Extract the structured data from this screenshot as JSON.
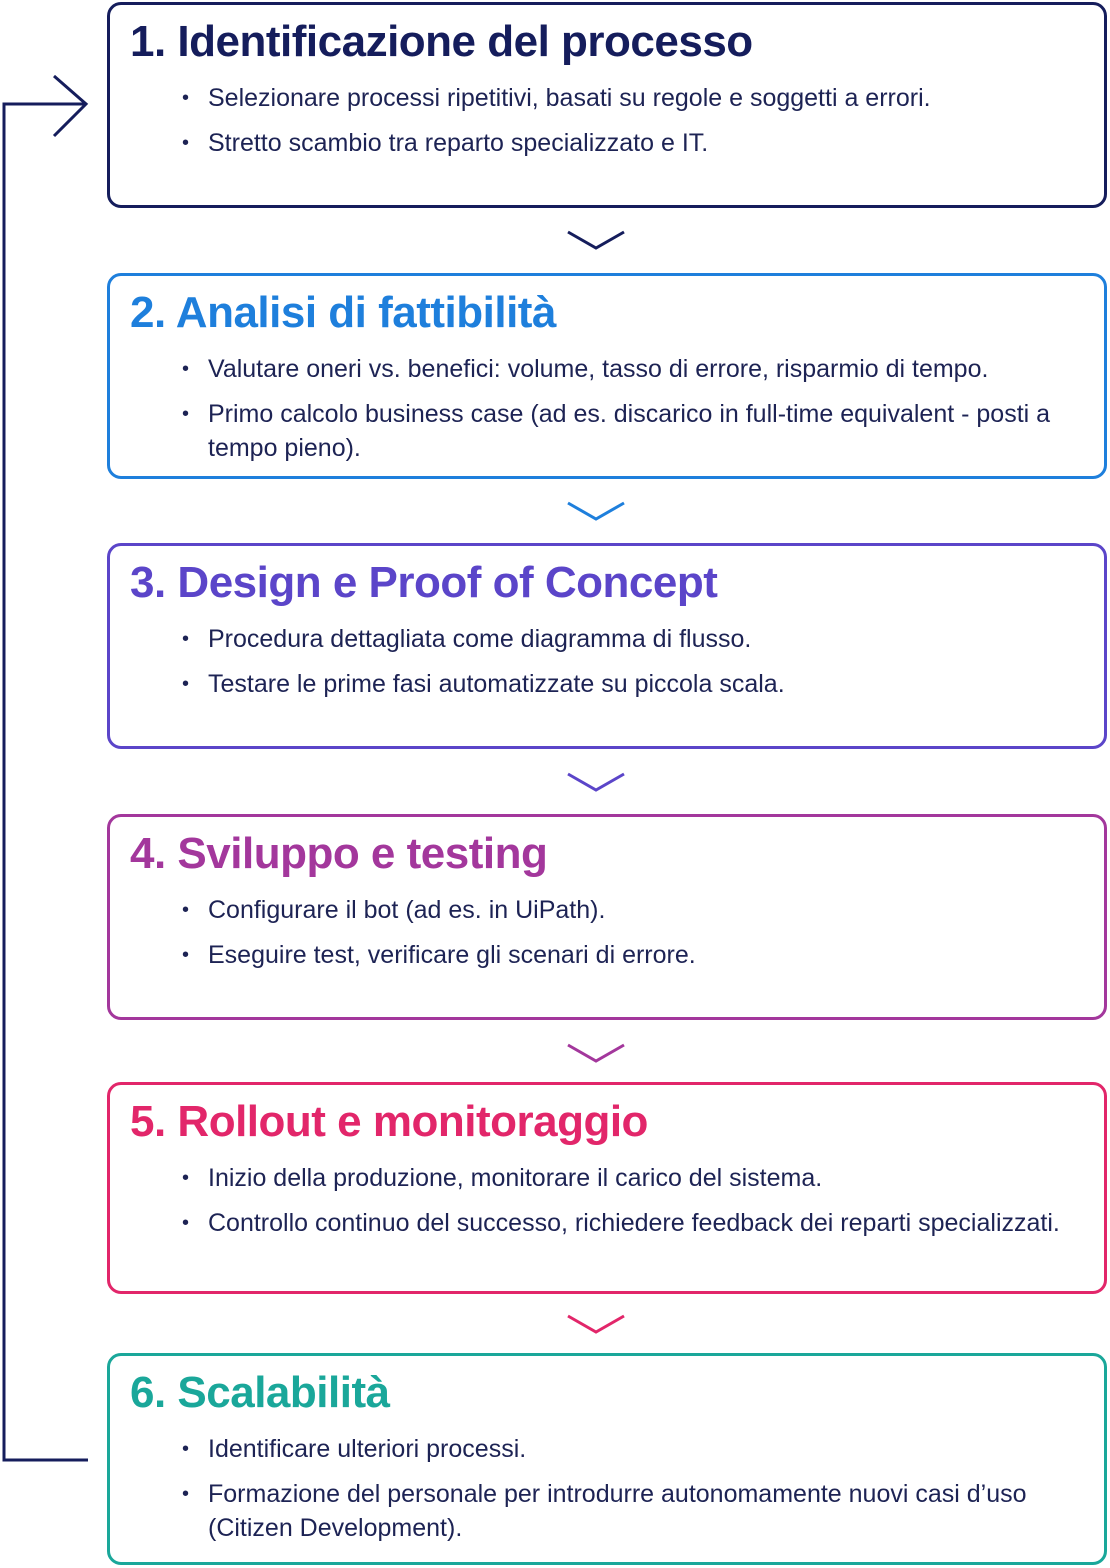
{
  "colors": {
    "loop_line": "#151d5c",
    "step1": "#151d5c",
    "step2": "#1e7fdc",
    "step3": "#5b45c9",
    "step4": "#a3379c",
    "step5": "#e2266a",
    "step6": "#1aa79a",
    "bullet_text": "#1d2354"
  },
  "steps": [
    {
      "title": "1. Identificazione del processo",
      "bullets": [
        "Selezionare processi ripetitivi, basati su regole e soggetti a errori.",
        "Stretto scambio tra reparto specializzato e IT."
      ]
    },
    {
      "title": "2. Analisi di fattibilità",
      "bullets": [
        "Valutare oneri vs. benefici: volume, tasso di errore, risparmio di tempo.",
        "Primo calcolo business case (ad es. discarico in full-time equivalent - posti a tempo pieno)."
      ]
    },
    {
      "title": "3. Design e Proof of Concept",
      "bullets": [
        "Procedura dettagliata come diagramma di flusso.",
        "Testare le prime fasi automatizzate su piccola scala."
      ]
    },
    {
      "title": "4. Sviluppo e testing",
      "bullets": [
        "Configurare il bot (ad es. in UiPath).",
        "Eseguire test, verificare gli scenari di errore."
      ]
    },
    {
      "title": "5. Rollout e monitoraggio",
      "bullets": [
        "Inizio della produzione, monitorare il carico del sistema.",
        "Controllo continuo del successo, richiedere feedback dei reparti specializzati."
      ]
    },
    {
      "title": "6. Scalabilità",
      "bullets": [
        "Identificare ulteriori processi.",
        "Formazione del personale per introdurre autonomamente nuovi casi d’uso (Citizen Development)."
      ]
    }
  ]
}
